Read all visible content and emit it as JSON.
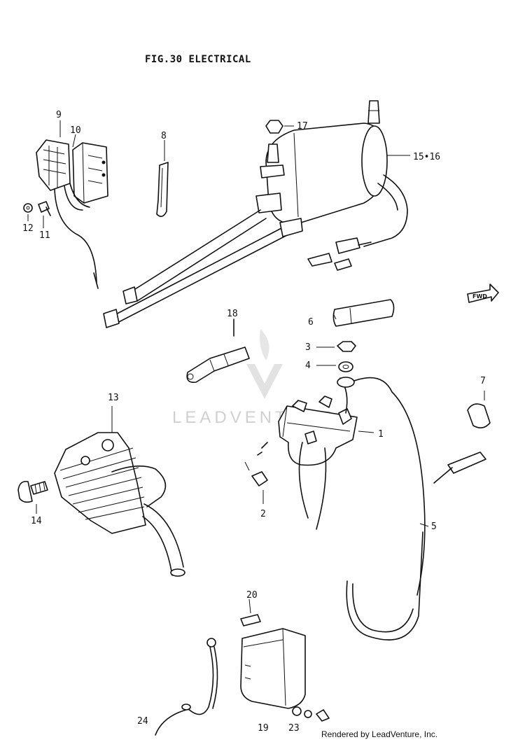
{
  "figure": {
    "title": "FIG.30  ELECTRICAL"
  },
  "labels": {
    "p1": "1",
    "p2": "2",
    "p3": "3",
    "p4": "4",
    "p5": "5",
    "p6": "6",
    "p7": "7",
    "p8": "8",
    "p9": "9",
    "p10": "10",
    "p11": "11",
    "p12": "12",
    "p13": "13",
    "p14": "14",
    "p15_16": "15•16",
    "p17": "17",
    "p18": "18",
    "p19": "19",
    "p20": "20",
    "p23": "23",
    "p24": "24"
  },
  "fwd_mark": "FWD",
  "watermark": "LEADVENTURE",
  "footer": "Rendered by LeadVenture, Inc."
}
